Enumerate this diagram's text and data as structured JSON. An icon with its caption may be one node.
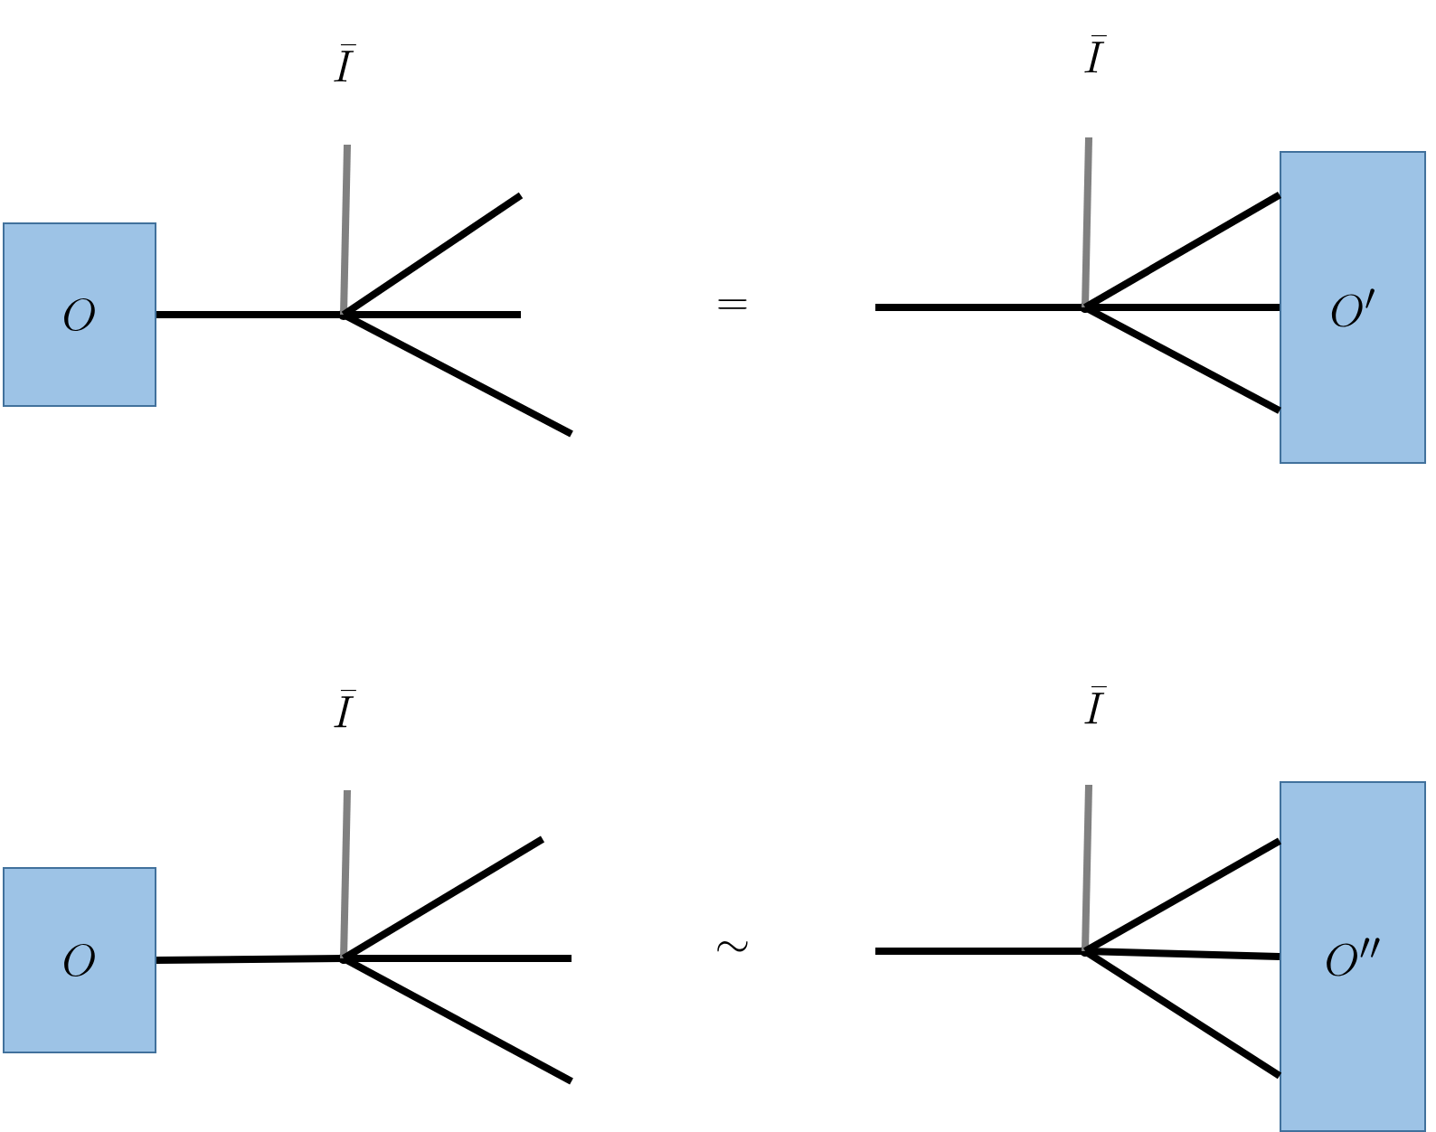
{
  "diagram": {
    "nodes": [
      {
        "text": [
          "O"
        ]
      },
      {
        "text": [],
        "shape": "circle"
      },
      {
        "text": [],
        "shape": "circle"
      },
      {
        "text": [
          "O'"
        ]
      },
      {
        "text": [
          "O"
        ]
      },
      {
        "text": [],
        "shape": "circle"
      },
      {
        "text": [],
        "shape": "circle"
      },
      {
        "text": [
          "O''"
        ]
      }
    ],
    "edges": [
      {
        "from": 0,
        "to": 1,
        "arrow": "none"
      },
      {
        "from": 1,
        "to": null,
        "arrow": "none",
        "color": "#808080"
      },
      {
        "from": 1,
        "to": null,
        "arrow": "none"
      },
      {
        "from": 1,
        "to": null,
        "arrow": "none"
      },
      {
        "from": 1,
        "to": null,
        "arrow": "none"
      },
      {
        "from": null,
        "to": 2,
        "arrow": "none"
      },
      {
        "from": 2,
        "to": null,
        "arrow": "none",
        "color": "#808080"
      },
      {
        "from": 2,
        "to": 3,
        "arrow": "none"
      },
      {
        "from": 2,
        "to": 3,
        "arrow": "none"
      },
      {
        "from": 2,
        "to": 3,
        "arrow": "none"
      },
      {
        "from": 4,
        "to": 5,
        "arrow": "none"
      },
      {
        "from": 5,
        "to": null,
        "arrow": "none",
        "color": "#808080"
      },
      {
        "from": 5,
        "to": null,
        "arrow": "none"
      },
      {
        "from": 5,
        "to": null,
        "arrow": "none"
      },
      {
        "from": 5,
        "to": null,
        "arrow": "none"
      },
      {
        "from": null,
        "to": 6,
        "arrow": "none"
      },
      {
        "from": 6,
        "to": null,
        "arrow": "none",
        "color": "#808080"
      },
      {
        "from": 6,
        "to": 7,
        "arrow": "none"
      },
      {
        "from": 6,
        "to": 7,
        "arrow": "none"
      },
      {
        "from": 6,
        "to": 7,
        "arrow": "none"
      }
    ],
    "labels": [
      "\\bar{I}",
      "\\bar{I}",
      "=",
      "\\bar{I}",
      "\\bar{I}",
      "\\sim"
    ]
  }
}
